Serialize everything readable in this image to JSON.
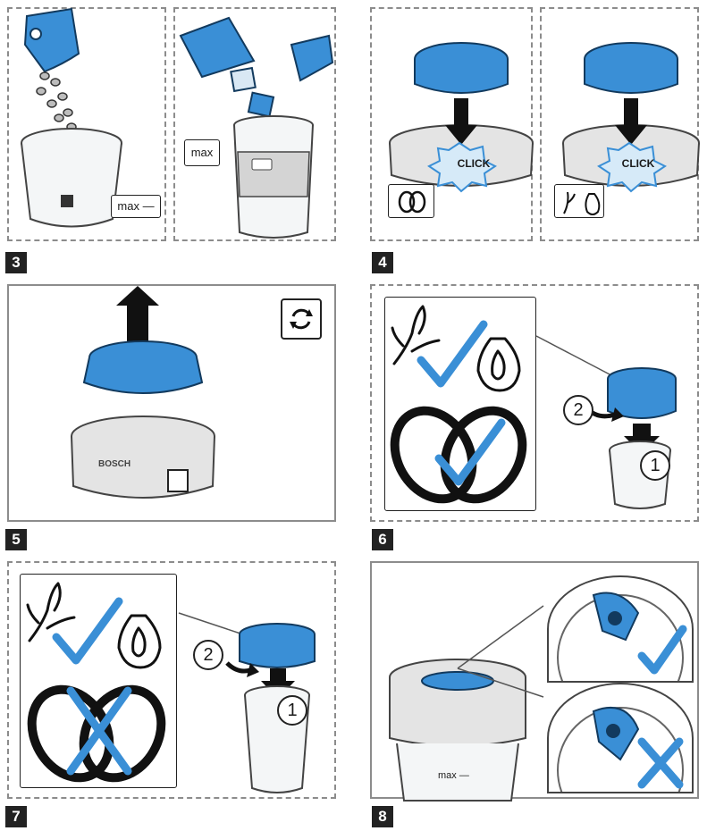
{
  "steps": {
    "s3": "3",
    "s4": "4",
    "s5": "5",
    "s6": "6",
    "s7": "7",
    "s8": "8"
  },
  "labels": {
    "max_cup": "max —",
    "max_blender": "max",
    "click": "CLICK",
    "brand": "BOSCH",
    "max_jar": "max —",
    "num_one": "1",
    "num_two": "2"
  },
  "icons": {
    "rotate": "rotate-icon",
    "coffee_beans": "coffee-beans-icon",
    "herbs_onion": "herbs-onion-icon",
    "check_mark": "check-icon",
    "cross_mark": "cross-icon"
  },
  "colors": {
    "accent_blue": "#3a8fd6",
    "frame_grey": "#8c8c8c",
    "step_badge": "#222222"
  }
}
